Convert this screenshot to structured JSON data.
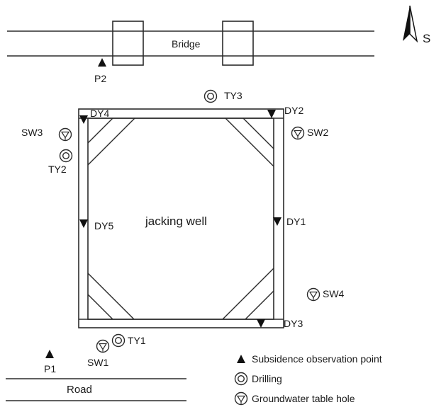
{
  "compass": {
    "label": "S"
  },
  "bridge": {
    "label": "Bridge"
  },
  "road": {
    "label": "Road"
  },
  "well": {
    "label": "jacking well"
  },
  "subsidence_points": [
    {
      "id": "p2",
      "label": "P2"
    },
    {
      "id": "p1",
      "label": "P1"
    }
  ],
  "wall_points": [
    {
      "id": "dy4",
      "label": "DY4"
    },
    {
      "id": "dy2",
      "label": "DY2"
    },
    {
      "id": "dy5",
      "label": "DY5"
    },
    {
      "id": "dy1",
      "label": "DY1"
    },
    {
      "id": "dy3",
      "label": "DY3"
    }
  ],
  "drilling_holes": [
    {
      "id": "ty3",
      "label": "TY3"
    },
    {
      "id": "ty2",
      "label": "TY2"
    },
    {
      "id": "ty1",
      "label": "TY1"
    }
  ],
  "groundwater_holes": [
    {
      "id": "sw3",
      "label": "SW3"
    },
    {
      "id": "sw2",
      "label": "SW2"
    },
    {
      "id": "sw4",
      "label": "SW4"
    },
    {
      "id": "sw1",
      "label": "SW1"
    }
  ],
  "legend": {
    "subsidence": "Subsidence observation point",
    "drilling": "Drilling",
    "groundwater": "Groundwater table hole"
  }
}
